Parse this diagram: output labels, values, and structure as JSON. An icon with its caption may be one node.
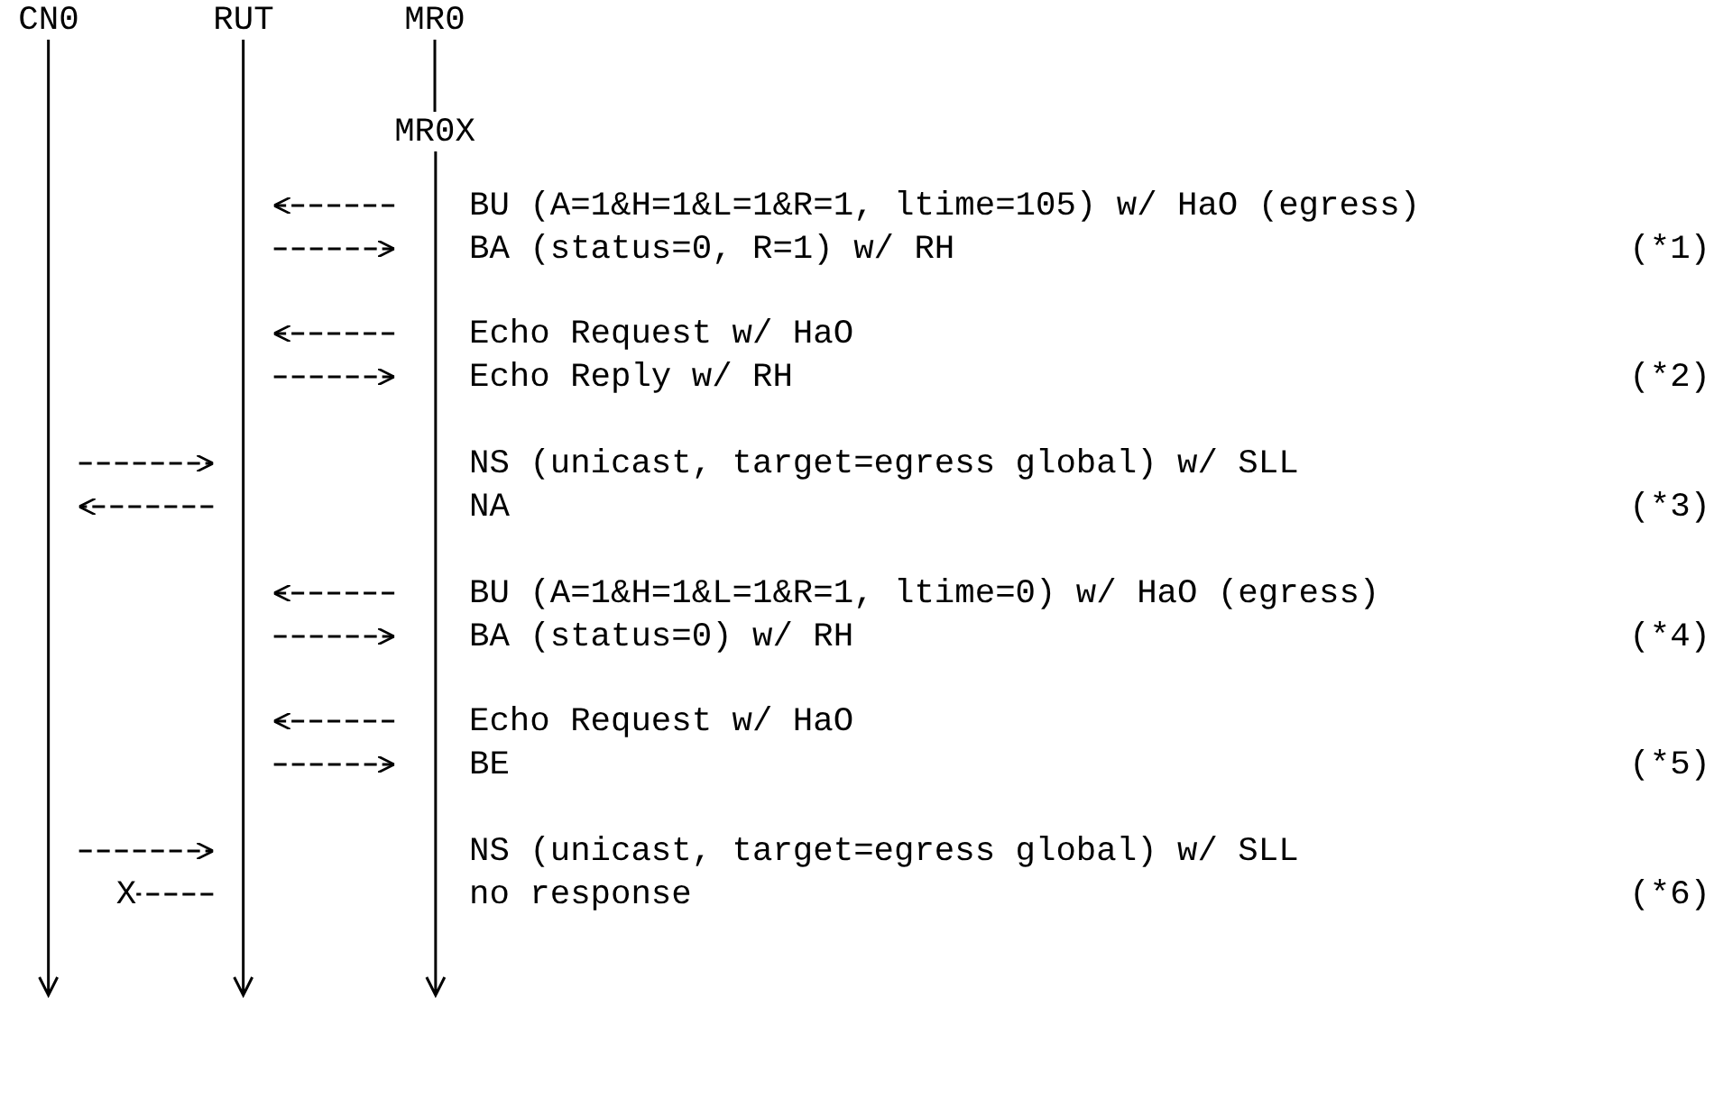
{
  "diagram": {
    "nodes": [
      {
        "text": [
          "CN0"
        ]
      },
      {
        "text": [
          "RUT"
        ]
      },
      {
        "text": [
          "MR0"
        ]
      },
      {
        "text": [
          "MR0X"
        ]
      },
      {
        "text": [
          "X"
        ]
      }
    ],
    "edges": [
      {
        "from": 2,
        "to": 3,
        "arrow": "none"
      },
      {
        "from": 3,
        "to": 1,
        "arrow": "to",
        "style": "dashed"
      },
      {
        "from": 1,
        "to": 3,
        "arrow": "to",
        "style": "dashed"
      },
      {
        "from": 3,
        "to": 1,
        "arrow": "to",
        "style": "dashed"
      },
      {
        "from": 1,
        "to": 3,
        "arrow": "to",
        "style": "dashed"
      },
      {
        "from": 0,
        "to": 1,
        "arrow": "to",
        "style": "dashed"
      },
      {
        "from": 1,
        "to": 0,
        "arrow": "to",
        "style": "dashed"
      },
      {
        "from": 3,
        "to": 1,
        "arrow": "to",
        "style": "dashed"
      },
      {
        "from": 1,
        "to": 3,
        "arrow": "to",
        "style": "dashed"
      },
      {
        "from": 3,
        "to": 1,
        "arrow": "to",
        "style": "dashed"
      },
      {
        "from": 1,
        "to": 3,
        "arrow": "to",
        "style": "dashed"
      },
      {
        "from": 0,
        "to": 1,
        "arrow": "to",
        "style": "dashed"
      },
      {
        "from": 1,
        "to": 4,
        "arrow": "none",
        "style": "dashed"
      }
    ],
    "labels": [
      "BU (A=1&H=1&L=1&R=1, ltime=105) w/ HaO (egress)",
      "BA (status=0, R=1) w/ RH",
      "(*1)",
      "Echo Request w/ HaO",
      "Echo Reply w/ RH",
      "(*2)",
      "NS (unicast, target=egress global) w/ SLL",
      "NA",
      "(*3)",
      "BU (A=1&H=1&L=1&R=1, ltime=0) w/ HaO (egress)",
      "BA (status=0) w/ RH",
      "(*4)",
      "Echo Request w/ HaO",
      "BE",
      "(*5)",
      "NS (unicast, target=egress global) w/ SLL",
      "no response",
      "(*6)"
    ]
  }
}
